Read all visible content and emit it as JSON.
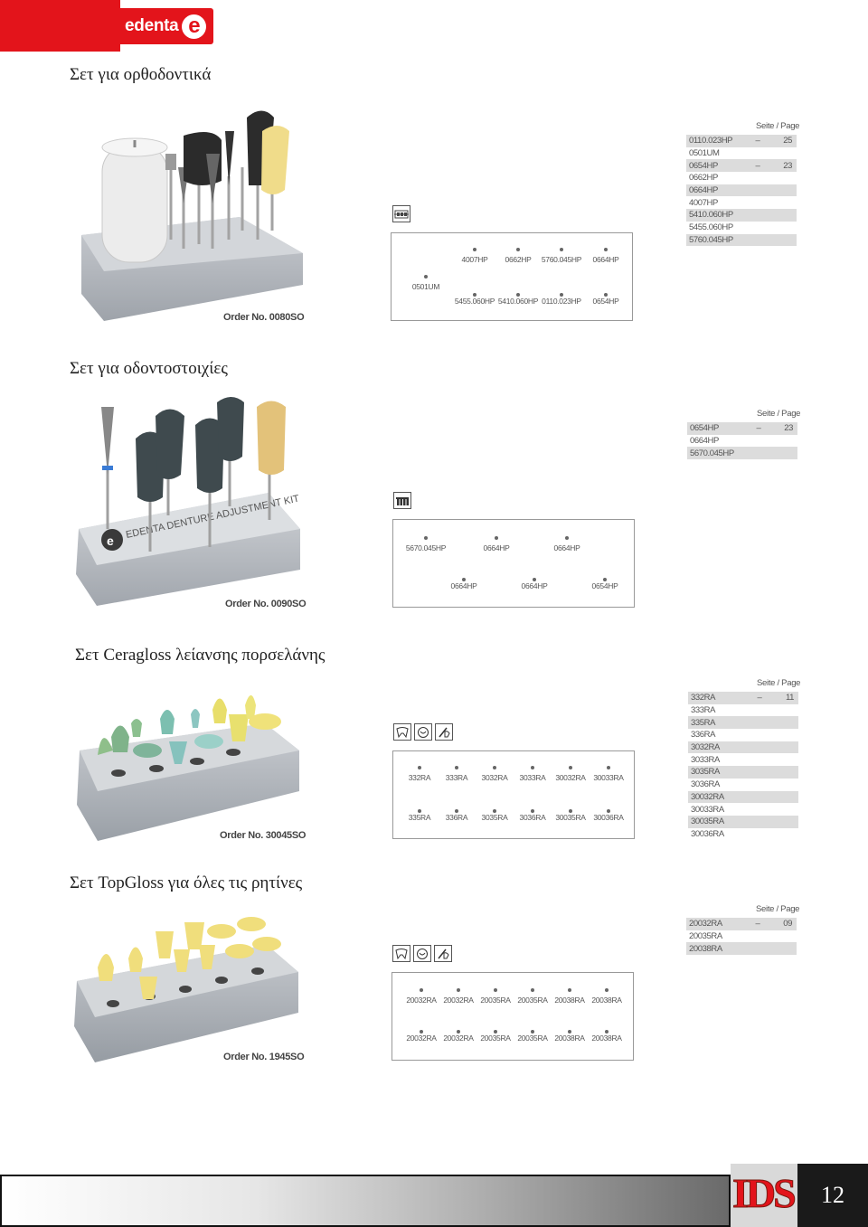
{
  "brand": {
    "name": "edenta",
    "mark": "e",
    "color": "#e3141b"
  },
  "sections": [
    {
      "title": "Σετ για ορθοδοντικά",
      "order": "Order No. 0080SO",
      "diagram_top": [
        "4007HP",
        "0662HP",
        "5760.045HP",
        "0664HP"
      ],
      "diagram_left": "0501UM",
      "diagram_bottom": [
        "5455.060HP",
        "5410.060HP",
        "0110.023HP",
        "0654HP"
      ],
      "seite": "Seite / Page",
      "refs": [
        {
          "code": "0110.023HP",
          "dash": "–",
          "page": "25"
        },
        {
          "code": "0501UM",
          "dash": "",
          "page": ""
        },
        {
          "code": "0654HP",
          "dash": "–",
          "page": "23"
        },
        {
          "code": "0662HP",
          "dash": "",
          "page": ""
        },
        {
          "code": "0664HP",
          "dash": "",
          "page": ""
        },
        {
          "code": "4007HP",
          "dash": "",
          "page": ""
        },
        {
          "code": "5410.060HP",
          "dash": "",
          "page": ""
        },
        {
          "code": "5455.060HP",
          "dash": "",
          "page": ""
        },
        {
          "code": "5760.045HP",
          "dash": "",
          "page": ""
        }
      ]
    },
    {
      "title": "Σετ για οδοντοστοιχίες",
      "order": "Order No. 0090SO",
      "photo_text": "EDENTA DENTURE ADJUSTMENT KIT",
      "diagram_top": [
        "5670.045HP",
        "0664HP",
        "0664HP"
      ],
      "diagram_bottom": [
        "0664HP",
        "0664HP",
        "0654HP"
      ],
      "seite": "Seite / Page",
      "refs": [
        {
          "code": "0654HP",
          "dash": "–",
          "page": "23"
        },
        {
          "code": "0664HP",
          "dash": "",
          "page": ""
        },
        {
          "code": "5670.045HP",
          "dash": "",
          "page": ""
        }
      ]
    },
    {
      "title": "Σετ Ceragloss λείανσης πορσελάνης",
      "order": "Order No. 30045SO",
      "diagram_top": [
        "332RA",
        "333RA",
        "3032RA",
        "3033RA",
        "30032RA",
        "30033RA"
      ],
      "diagram_bottom": [
        "335RA",
        "336RA",
        "3035RA",
        "3036RA",
        "30035RA",
        "30036RA"
      ],
      "seite": "Seite / Page",
      "refs": [
        {
          "code": "332RA",
          "dash": "–",
          "page": "11"
        },
        {
          "code": "333RA",
          "dash": "",
          "page": ""
        },
        {
          "code": "335RA",
          "dash": "",
          "page": ""
        },
        {
          "code": "336RA",
          "dash": "",
          "page": ""
        },
        {
          "code": "3032RA",
          "dash": "",
          "page": ""
        },
        {
          "code": "3033RA",
          "dash": "",
          "page": ""
        },
        {
          "code": "3035RA",
          "dash": "",
          "page": ""
        },
        {
          "code": "3036RA",
          "dash": "",
          "page": ""
        },
        {
          "code": "30032RA",
          "dash": "",
          "page": ""
        },
        {
          "code": "30033RA",
          "dash": "",
          "page": ""
        },
        {
          "code": "30035RA",
          "dash": "",
          "page": ""
        },
        {
          "code": "30036RA",
          "dash": "",
          "page": ""
        }
      ]
    },
    {
      "title": "Σετ TopGloss για όλες τις ρητίνες",
      "order": "Order No. 1945SO",
      "diagram_top": [
        "20032RA",
        "20032RA",
        "20035RA",
        "20035RA",
        "20038RA",
        "20038RA"
      ],
      "diagram_bottom": [
        "20032RA",
        "20032RA",
        "20035RA",
        "20035RA",
        "20038RA",
        "20038RA"
      ],
      "seite": "Seite / Page",
      "refs": [
        {
          "code": "20032RA",
          "dash": "–",
          "page": "09"
        },
        {
          "code": "20035RA",
          "dash": "",
          "page": ""
        },
        {
          "code": "20038RA",
          "dash": "",
          "page": ""
        }
      ]
    }
  ],
  "footer": {
    "badge": "IDS",
    "page_number": "12"
  }
}
